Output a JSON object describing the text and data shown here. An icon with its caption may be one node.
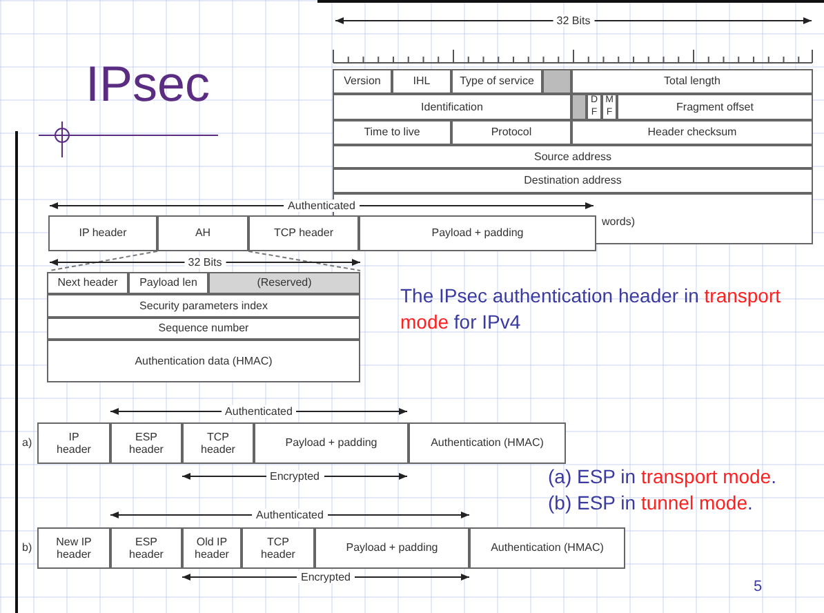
{
  "diagram": {
    "title": "IPsec",
    "labels": [
      "32 Bits",
      "Version",
      "IHL",
      "Type of service",
      "Total length",
      "Identification",
      "D F",
      "M F",
      "Fragment offset",
      "Time to live",
      "Protocol",
      "Header checksum",
      "Source address",
      "Destination address",
      "words)",
      "Authenticated",
      "IP header",
      "AH",
      "TCP header",
      "Payload + padding",
      "32 Bits",
      "Next header",
      "Payload len",
      "(Reserved)",
      "Security parameters index",
      "Sequence number",
      "Authentication data (HMAC)",
      "The IPsec authentication header in *transport mode* for IPv4",
      "Authenticated",
      "a)",
      "IP header",
      "ESP header",
      "TCP header",
      "Payload + padding",
      "Authentication (HMAC)",
      "Encrypted",
      "(a) ESP in *transport mode*.",
      "(b) ESP in *tunnel mode*.",
      "Authenticated",
      "b)",
      "New IP header",
      "ESP header",
      "Old IP header",
      "TCP header",
      "Payload + padding",
      "Authentication (HMAC)",
      "Encrypted",
      "5"
    ]
  }
}
